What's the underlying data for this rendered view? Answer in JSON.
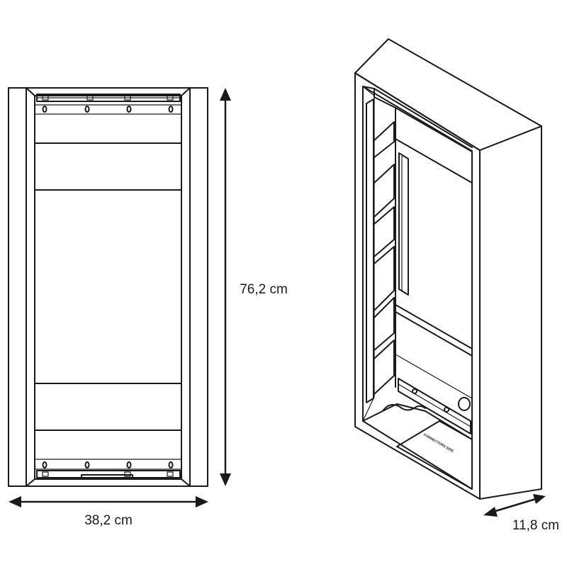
{
  "dimensions": {
    "height": "76,2 cm",
    "width": "38,2 cm",
    "depth": "11,8 cm"
  },
  "box_marking": "CONNECTORS SIDE"
}
